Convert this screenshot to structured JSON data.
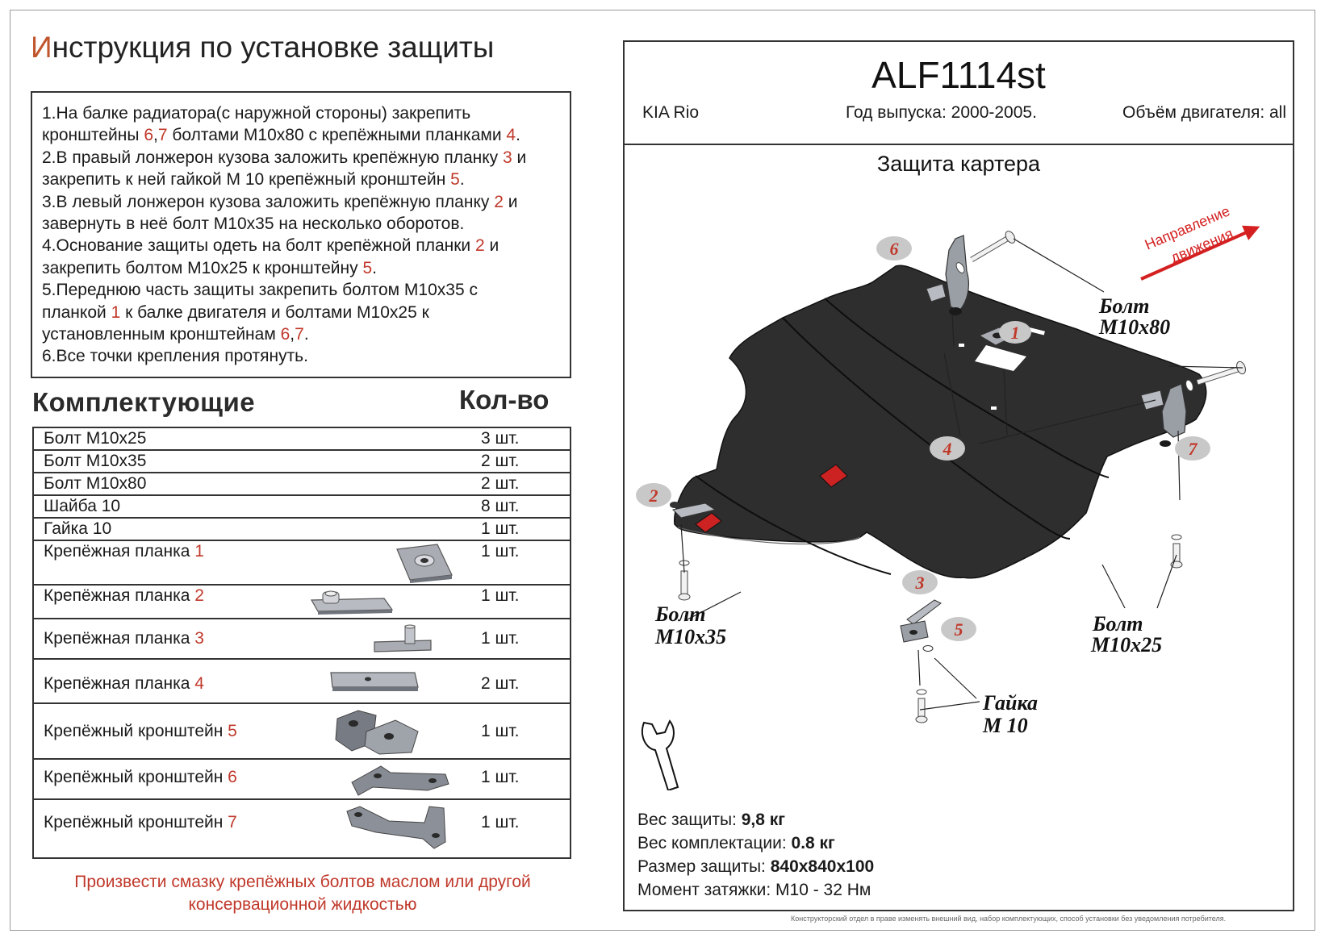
{
  "title": {
    "first_letter": "И",
    "rest": "нструкция по установке защиты"
  },
  "steps": [
    [
      {
        "t": "1.На балке радиатора(с наружной стороны) закрепить"
      }
    ],
    [
      {
        "t": "кронштейны "
      },
      {
        "t": "6",
        "r": 1
      },
      {
        "t": ","
      },
      {
        "t": "7",
        "r": 1
      },
      {
        "t": " болтами М10х80 с крепёжными планками "
      },
      {
        "t": "4",
        "r": 1
      },
      {
        "t": "."
      }
    ],
    [
      {
        "t": "2.В правый лонжерон кузова заложить крепёжную планку "
      },
      {
        "t": "3",
        "r": 1
      },
      {
        "t": " и"
      }
    ],
    [
      {
        "t": "закрепить к ней гайкой М 10 крепёжный кронштейн "
      },
      {
        "t": "5",
        "r": 1
      },
      {
        "t": "."
      }
    ],
    [
      {
        "t": "3.В левый лонжерон кузова заложить крепёжную планку "
      },
      {
        "t": "2",
        "r": 1
      },
      {
        "t": " и"
      }
    ],
    [
      {
        "t": "завернуть в неё болт М10х35 на несколько оборотов."
      }
    ],
    [
      {
        "t": "4.Основание защиты одеть на болт крепёжной планки "
      },
      {
        "t": "2",
        "r": 1
      },
      {
        "t": " и"
      }
    ],
    [
      {
        "t": "закрепить болтом М10х25 к кронштейну "
      },
      {
        "t": "5",
        "r": 1
      },
      {
        "t": "."
      }
    ],
    [
      {
        "t": "5.Переднюю часть защиты закрепить болтом М10х35 с"
      }
    ],
    [
      {
        "t": "планкой "
      },
      {
        "t": "1",
        "r": 1
      },
      {
        "t": " к балке двигателя и болтами М10х25 к"
      }
    ],
    [
      {
        "t": "установленным кронштейнам "
      },
      {
        "t": "6",
        "r": 1
      },
      {
        "t": ","
      },
      {
        "t": "7",
        "r": 1
      },
      {
        "t": "."
      }
    ],
    [
      {
        "t": "6.Все точки крепления протянуть."
      }
    ]
  ],
  "components": {
    "heading": "Комплектующие",
    "qty_heading": "Кол-во",
    "rows": [
      {
        "name": "Болт М10х25",
        "num": "",
        "qty": "3 шт.",
        "icon": "bolt"
      },
      {
        "name": "Болт М10х35",
        "num": "",
        "qty": "2 шт.",
        "icon": "bolt"
      },
      {
        "name": "Болт М10х80",
        "num": "",
        "qty": "2 шт.",
        "icon": "bolt"
      },
      {
        "name": "Шайба 10",
        "num": "",
        "qty": "8 шт.",
        "icon": "washer"
      },
      {
        "name": "Гайка 10",
        "num": "",
        "qty": "1 шт.",
        "icon": "nut"
      },
      {
        "name": "Крепёжная планка ",
        "num": "1",
        "qty": "1 шт.",
        "icon": "plate-1"
      },
      {
        "name": "Крепёжная планка ",
        "num": "2",
        "qty": "1 шт.",
        "icon": "plate-2"
      },
      {
        "name": "Крепёжная планка ",
        "num": "3",
        "qty": "1 шт.",
        "icon": "plate-3"
      },
      {
        "name": "Крепёжная планка ",
        "num": "4",
        "qty": "2 шт.",
        "icon": "plate-4"
      },
      {
        "name": "Крепёжный кронштейн ",
        "num": "5",
        "qty": "1 шт.",
        "icon": "bracket-5"
      },
      {
        "name": "Крепёжный кронштейн ",
        "num": "6",
        "qty": "1 шт.",
        "icon": "bracket-6"
      },
      {
        "name": "Крепёжный кронштейн ",
        "num": "7",
        "qty": "1 шт.",
        "icon": "bracket-7"
      }
    ]
  },
  "lube_note": [
    "Произвести смазку крепёжных болтов маслом или другой",
    "консервационной жидкостью"
  ],
  "product": {
    "code": "ALF1114st",
    "car": "KIA Rio",
    "year": "Год выпуска: 2000-2005.",
    "engine": "Объём двигателя: all",
    "guard_name": "Защита картера"
  },
  "drawing": {
    "direction": [
      "Направление",
      "движения"
    ],
    "labels": {
      "bolt_m10x80": [
        "Болт",
        "М10х80"
      ],
      "bolt_m10x35": [
        "Болт",
        "М10х35"
      ],
      "bolt_m10x25": [
        "Болт",
        "М10х25"
      ],
      "nut_m10": [
        "Гайка",
        "М 10"
      ]
    },
    "callouts": [
      "1",
      "2",
      "3",
      "4",
      "5",
      "6",
      "7"
    ],
    "colors": {
      "guard": "#2e2e2e",
      "callout_fill": "#c8c8c8",
      "callout_text": "#c0392b",
      "arrow": "#d42020"
    }
  },
  "specs": [
    {
      "label": "Вес защиты: ",
      "value": "9,8 кг"
    },
    {
      "label": "Вес комплектации: ",
      "value": "0.8 кг"
    },
    {
      "label": "Размер защиты: ",
      "value": "840х840х100"
    },
    {
      "label": "Момент затяжки:  ",
      "value": "М10 - 32 Нм"
    }
  ],
  "footnote": "Конструкторский отдел в праве изменять внешний вид, набор комплектующих, способ установки без уведомления потребителя."
}
